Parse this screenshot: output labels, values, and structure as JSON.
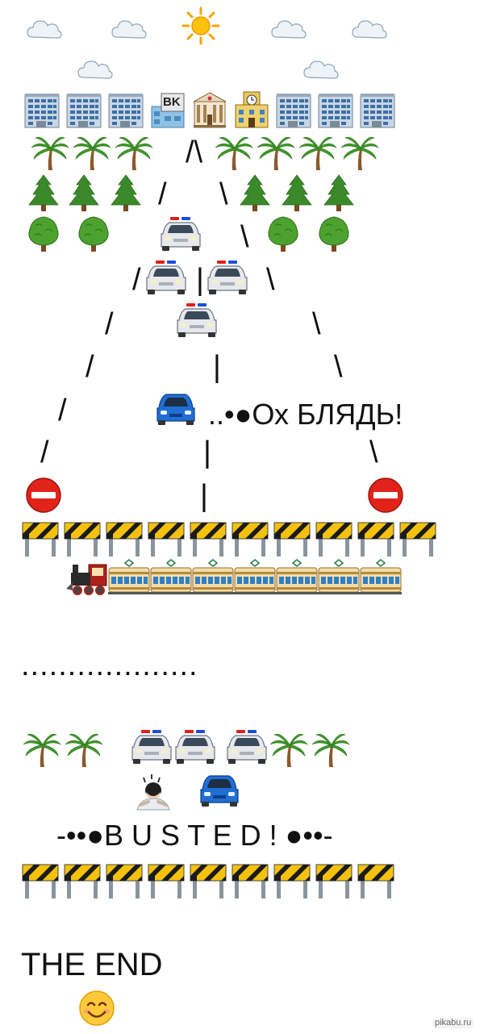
{
  "texts": {
    "oh_text": "..•●Ох БЛЯДЬ!",
    "dots": "...................",
    "busted": "-••●B U S T E D ! ●••-",
    "the_end": "THE END"
  },
  "road_marks": {
    "apex": "/\\",
    "left": "/",
    "right": "\\",
    "center": "|"
  },
  "icons": {
    "cloud": "cloud-icon",
    "sun": "sun-icon",
    "office": "office-building-icon",
    "bk": "burger-king-building-icon",
    "temple": "government-building-icon",
    "clock_building": "clock-building-icon",
    "palm": "palm-tree-icon",
    "pine": "pine-tree-icon",
    "tree": "deciduous-tree-icon",
    "police_car": "police-car-icon",
    "blue_car": "blue-car-icon",
    "no_entry": "no-entry-icon",
    "barrier": "construction-barrier-icon",
    "locomotive": "locomotive-icon",
    "railcar": "railway-car-icon",
    "man_bowing": "man-bowing-icon",
    "smile": "smiling-face-icon"
  },
  "watermark": "pikabu.ru"
}
